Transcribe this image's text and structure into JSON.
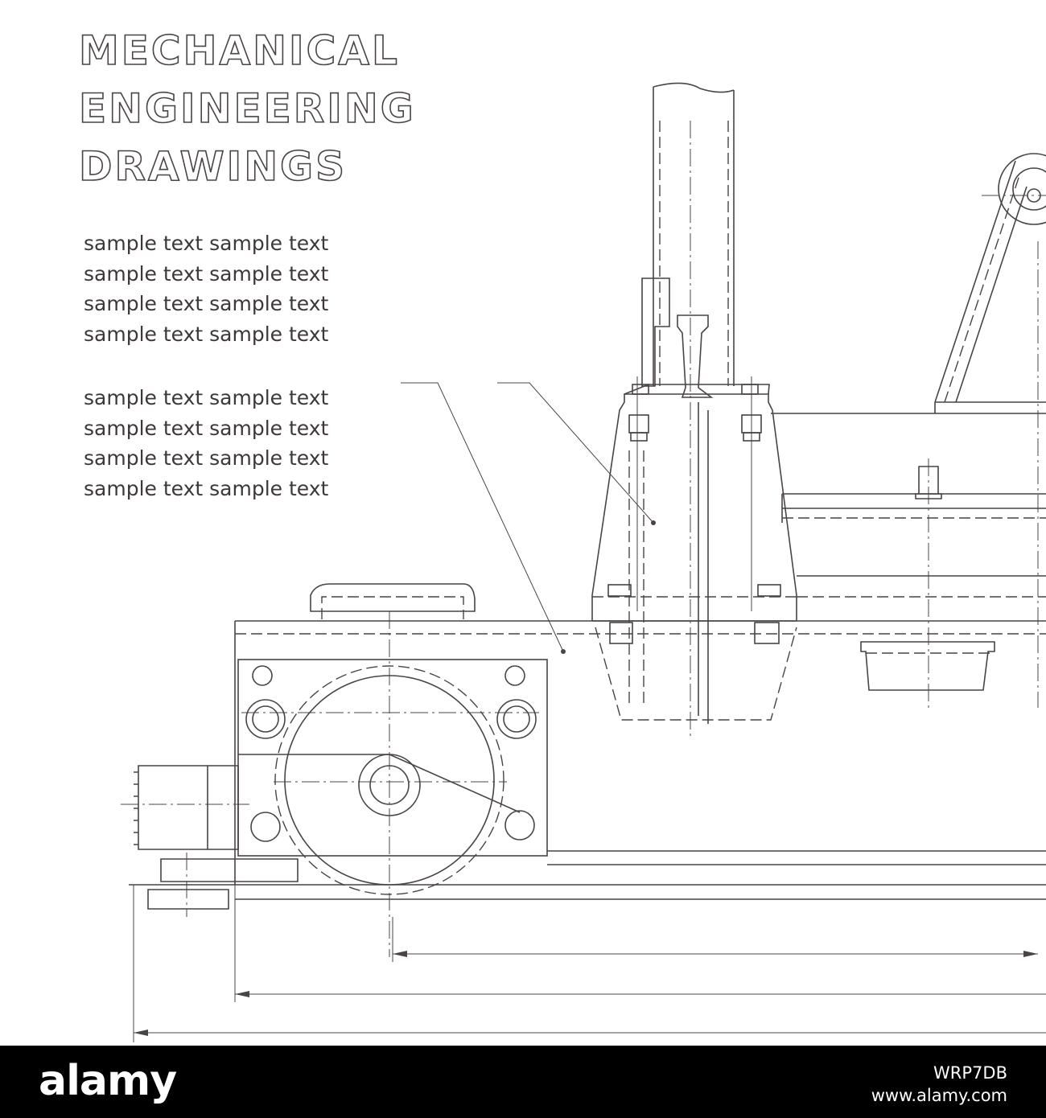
{
  "title": {
    "lines": [
      "MECHANICAL",
      "ENGINEERING",
      "DRAWINGS"
    ]
  },
  "text_blocks": [
    {
      "lines": [
        "sample text sample text",
        "sample text sample text",
        "sample text sample text",
        "sample text sample text"
      ]
    },
    {
      "lines": [
        "sample text sample text",
        "sample text sample text",
        "sample text sample text",
        "sample text sample text"
      ]
    }
  ],
  "footer": {
    "logo": "alamy",
    "image_id": "WRP7DB",
    "site": "www.alamy.com"
  },
  "colors": {
    "line": "#4a4444",
    "text": "#3e3838",
    "background": "#ffffff",
    "footer_bg": "#000000"
  }
}
